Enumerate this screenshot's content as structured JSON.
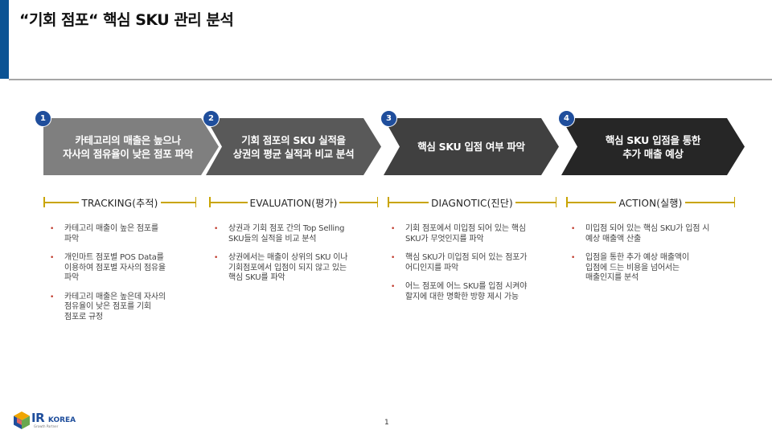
{
  "page": {
    "title": "“기회 점포“ 핵심 SKU 관리 분석",
    "page_number": "1"
  },
  "steps": [
    {
      "number": "1",
      "label": "카테고리의 매출은 높으나\n자사의 점유율이 낮은 점포 파악",
      "color": "#7f7f7f"
    },
    {
      "number": "2",
      "label": "기회 점포의 SKU 실적을\n상권의 평균 실적과 비교 분석",
      "color": "#595959"
    },
    {
      "number": "3",
      "label": "핵심 SKU 입점 여부 파악",
      "color": "#404040"
    },
    {
      "number": "4",
      "label": "핵심 SKU 입점을 통한\n추가 매출 예상",
      "color": "#262626"
    }
  ],
  "columns": [
    {
      "heading": "TRACKING(추적)",
      "bullets": [
        "카테고리 매출이 높은 점포를\n파악",
        "개인마트 점포별 POS Data를\n이용하여 점포별 자사의 점유율\n파악",
        "카테고리 매출은 높은데 자사의\n점유율이 낮은 점포를 기회\n점포로 규정"
      ]
    },
    {
      "heading": "EVALUATION(평가)",
      "bullets": [
        "상권과 기회 점포 간의 Top Selling\nSKU들의 실적을 비교 분석",
        "상권에서는 매출이 상위의 SKU 이나\n기회점포에서 입점이 되지 않고 있는\n핵심 SKU를 파악"
      ]
    },
    {
      "heading": "DIAGNOTIC(진단)",
      "bullets": [
        "기회 점포에서 미입점 되어 있는 핵심\nSKU가 무엇인지를 파악",
        "핵심 SKU가 미입점 되어 있는 점포가\n어디인지를 파악",
        "어느 점포에 어느 SKU를 입점 시켜야\n할지에 대한 명확한 방향 제시 가능"
      ]
    },
    {
      "heading": "ACTION(실행)",
      "bullets": [
        "미입점 되어 있는 핵심 SKU가 입점 시\n예상 매출액 산출",
        "입점을 통한 추가 예상 매출액이\n입점에 드는 비용을 넘어서는\n매출인지를 분석"
      ]
    }
  ],
  "logo": {
    "text": "IR",
    "text2": "KOREA",
    "sub": "Growth Partner",
    "icon": "cube-logo-icon"
  }
}
